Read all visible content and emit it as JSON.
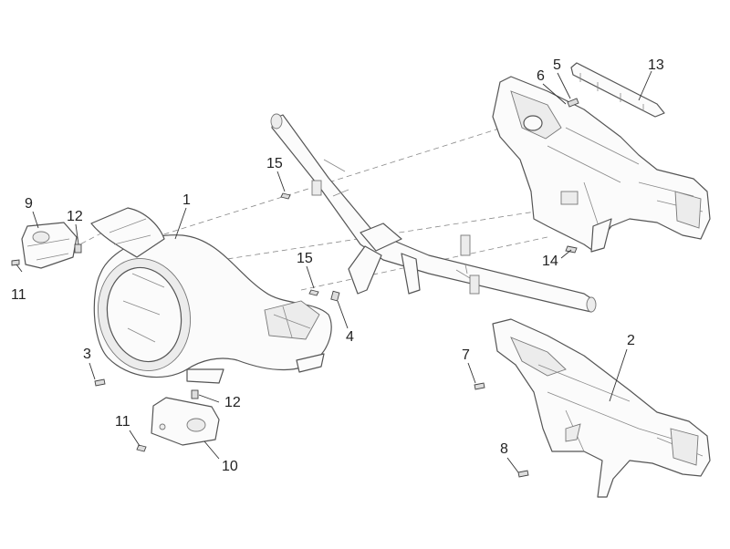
{
  "callouts": [
    {
      "id": "c1",
      "label": "1"
    },
    {
      "id": "c2",
      "label": "2"
    },
    {
      "id": "c3",
      "label": "3"
    },
    {
      "id": "c4",
      "label": "4"
    },
    {
      "id": "c5",
      "label": "5"
    },
    {
      "id": "c6",
      "label": "6"
    },
    {
      "id": "c7",
      "label": "7"
    },
    {
      "id": "c8",
      "label": "8"
    },
    {
      "id": "c9",
      "label": "9"
    },
    {
      "id": "c10",
      "label": "10"
    },
    {
      "id": "c11a",
      "label": "11"
    },
    {
      "id": "c11b",
      "label": "11"
    },
    {
      "id": "c12a",
      "label": "12"
    },
    {
      "id": "c12b",
      "label": "12"
    },
    {
      "id": "c13",
      "label": "13"
    },
    {
      "id": "c14",
      "label": "14"
    },
    {
      "id": "c15a",
      "label": "15"
    },
    {
      "id": "c15b",
      "label": "15"
    }
  ]
}
